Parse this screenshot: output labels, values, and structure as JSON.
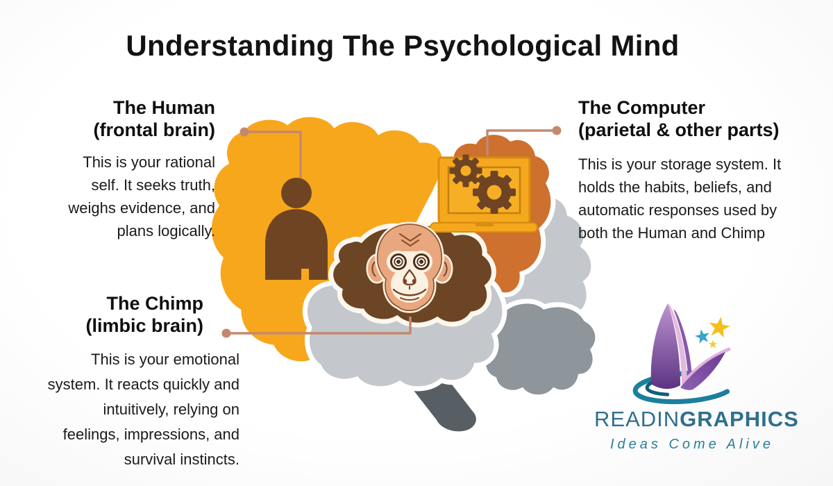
{
  "title": "Understanding The Psychological Mind",
  "sections": {
    "human": {
      "heading": [
        "The Human",
        "(frontal brain)"
      ],
      "body": [
        "This is your rational",
        "self. It seeks truth,",
        "weighs evidence, and",
        "plans logically."
      ]
    },
    "computer": {
      "heading": [
        "The Computer",
        "(parietal & other parts)"
      ],
      "body": [
        "This is your storage system. It",
        "holds the habits, beliefs, and",
        "automatic responses used by",
        "both the Human and Chimp"
      ]
    },
    "chimp": {
      "heading": [
        "The Chimp",
        "(limbic brain)"
      ],
      "body": [
        "This is your emotional",
        "system. It reacts quickly and",
        "intuitively, relying on",
        "feelings, impressions, and",
        "survival instincts."
      ]
    }
  },
  "logo": {
    "brand_regular": "READIN",
    "brand_bold": "GRAPHICS",
    "tagline": "Ideas Come Alive"
  },
  "colors": {
    "frontal_yellow": "#F7A71C",
    "parietal_orange": "#CE702E",
    "limbic_brown": "#6B4524",
    "icon_brown": "#6E4423",
    "cortex_light_gray": "#C4C8CC",
    "cerebellum_gray": "#8E959B",
    "stem_gray": "#575E64",
    "chimp_face_tan": "#E9A77F",
    "chimp_muzzle_cream": "#FBF1E2",
    "connector_salmon": "#C5886F",
    "logo_teal": "#1B7F9E",
    "logo_purple": "#5B3383",
    "logo_pink": "#E3B8DF",
    "star_yellow": "#F4BE1D",
    "star_blue": "#3AA4C9"
  }
}
